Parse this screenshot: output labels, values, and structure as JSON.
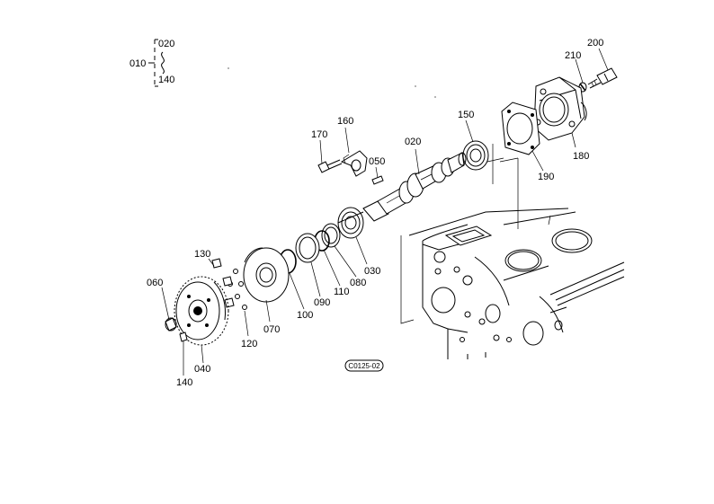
{
  "diagram": {
    "drawing_code": "C0125-02",
    "assembly_bracket": {
      "assembly": "010",
      "from": "020",
      "to": "140"
    },
    "labels": [
      {
        "key": "p200",
        "text": "200"
      },
      {
        "key": "p210",
        "text": "210"
      },
      {
        "key": "p180",
        "text": "180"
      },
      {
        "key": "p190",
        "text": "190"
      },
      {
        "key": "p150",
        "text": "150"
      },
      {
        "key": "p160",
        "text": "160"
      },
      {
        "key": "p170",
        "text": "170"
      },
      {
        "key": "p050",
        "text": "050"
      },
      {
        "key": "p020",
        "text": "020"
      },
      {
        "key": "p030",
        "text": "030"
      },
      {
        "key": "p080",
        "text": "080"
      },
      {
        "key": "p110",
        "text": "110"
      },
      {
        "key": "p090",
        "text": "090"
      },
      {
        "key": "p100",
        "text": "100"
      },
      {
        "key": "p070",
        "text": "070"
      },
      {
        "key": "p120",
        "text": "120"
      },
      {
        "key": "p130",
        "text": "130"
      },
      {
        "key": "p060",
        "text": "060"
      },
      {
        "key": "p040",
        "text": "040"
      },
      {
        "key": "p140",
        "text": "140"
      }
    ]
  }
}
